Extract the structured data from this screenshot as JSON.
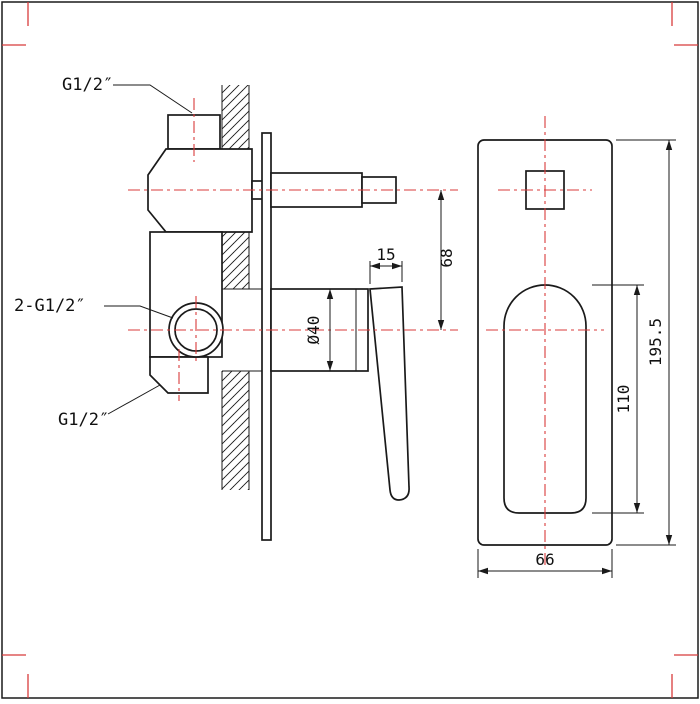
{
  "labels": {
    "inlet_top": "G1/2″",
    "outlets_pair": "2-G1/2″",
    "inlet_bottom": "G1/2″"
  },
  "dimensions": {
    "lever_width": "15",
    "spout_offset": "68",
    "cartridge_diameter": "Ø40",
    "handle_length": "110",
    "plate_height": "195.5",
    "plate_width": "66"
  },
  "colors": {
    "outline": "#1a1a1a",
    "centerline": "#d83b3b"
  }
}
